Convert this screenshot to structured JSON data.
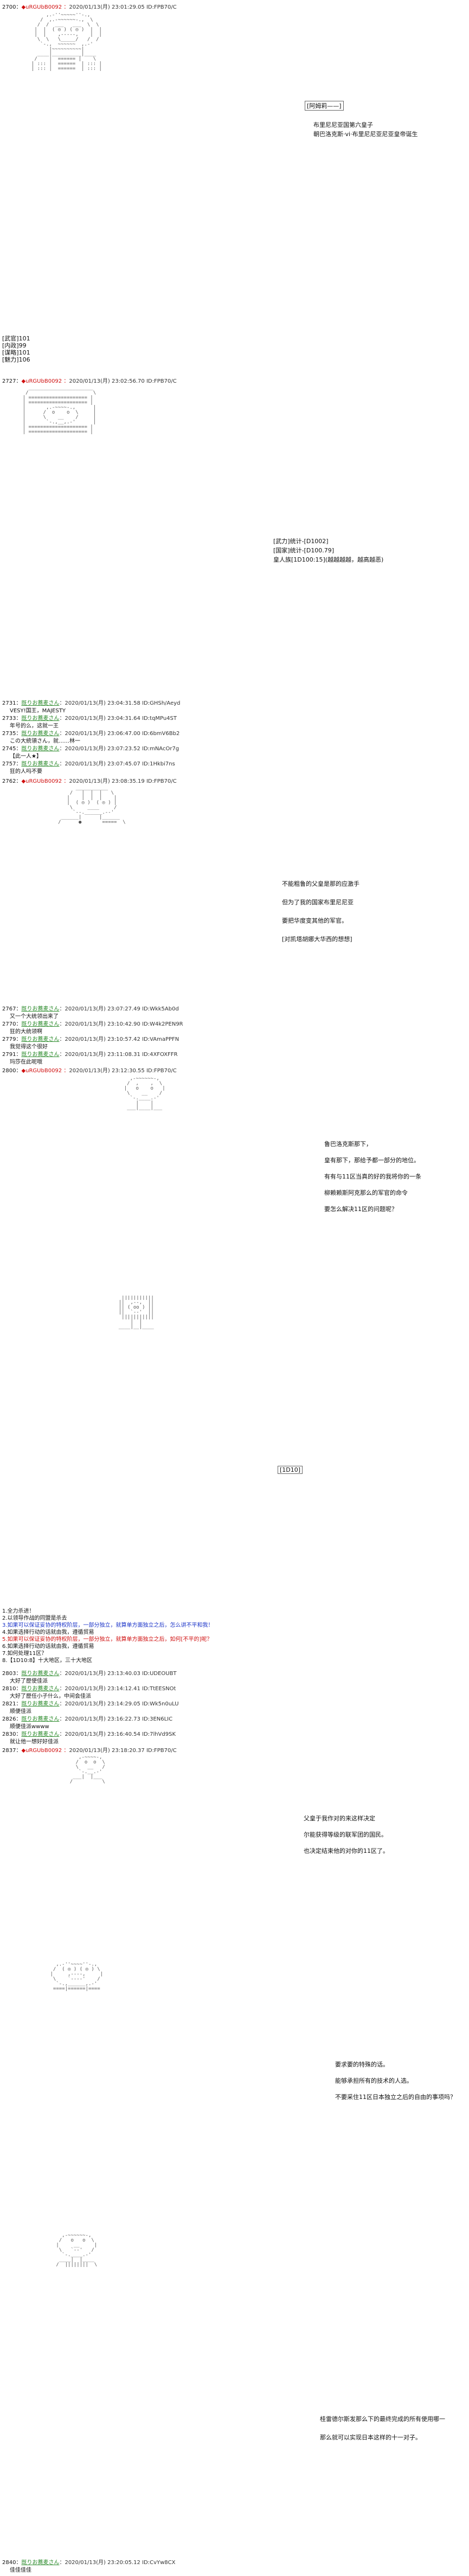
{
  "posts": [
    {
      "no": "2700：",
      "name": "◆uRGUbB0092 ：",
      "date": "2020/01/13(月) 23:01:29.05 ID:FPB70/C",
      "main": true
    },
    {
      "no": "2727：",
      "name": "◆uRGUbB0092 ：",
      "date": "2020/01/13(月) 23:02:56.70 ID:FPB70/C",
      "main": true
    },
    {
      "no": "2731：",
      "name": "既りお蕎麦さん",
      "date": "：2020/01/13(月) 23:04:31.58 ID:GHSh/Aeyd",
      "body": "VESY!国王，MAJESTY"
    },
    {
      "no": "2733：",
      "name": "既りお蕎麦さん",
      "date": "：2020/01/13(月) 23:04:31.64 ID:tqMPu4ST",
      "body": "年号的么，这就一王"
    },
    {
      "no": "2735：",
      "name": "既りお蕎麦さん",
      "date": "：2020/01/13(月) 23:06:47.00 ID:6bmV6Bb2",
      "body": "この大統領さん，就……林一"
    },
    {
      "no": "2745：",
      "name": "既りお蕎麦さん",
      "date": "：2020/01/13(月) 23:07:23.52 ID:mNAcOr7g",
      "body": "【此一人★】"
    },
    {
      "no": "2757：",
      "name": "既りお蕎麦さん",
      "date": "：2020/01/13(月) 23:07:45.07 ID:1Hkbi7ns",
      "body": "狂的人吗不要"
    },
    {
      "no": "2762：",
      "name": "◆uRGUbB0092 ：",
      "date": "2020/01/13(月) 23:08:35.19 ID:FPB70/C",
      "main": true
    },
    {
      "no": "2767：",
      "name": "既りお蕎麦さん",
      "date": "：2020/01/13(月) 23:07:27.49 ID:Wkk5Ab0d",
      "body": "又一个大统领出来了"
    },
    {
      "no": "2770：",
      "name": "既りお蕎麦さん",
      "date": "：2020/01/13(月) 23:10:42.90 ID:W4k2PEN9R",
      "body": "狂的大统领啊"
    },
    {
      "no": "2779：",
      "name": "既りお蕎麦さん",
      "date": "：2020/01/13(月) 23:10:57.42 ID:VAmaPPFN",
      "body": "我觉得这个很好"
    },
    {
      "no": "2791：",
      "name": "既りお蕎麦さん",
      "date": "：2020/01/13(月) 23:11:08.31 ID:4XFOXFFR",
      "body": "玛莎在此呢哦"
    },
    {
      "no": "2800：",
      "name": "◆uRGUbB0092 ：",
      "date": "2020/01/13(月) 23:12:30.55 ID:FPB70/C",
      "main": true
    },
    {
      "no": "2803：",
      "name": "既りお蕎麦さん",
      "date": "：2020/01/13(月) 23:13:40.03 ID:UDEOUBT",
      "body": "大好了歷使佳派"
    },
    {
      "no": "2810：",
      "name": "既りお蕎麦さん",
      "date": "：2020/01/13(月) 23:14:12.41 ID:TtEESNOt",
      "body": "大好了歷任小子什么，中间会佳派"
    },
    {
      "no": "2821：",
      "name": "既りお蕎麦さん",
      "date": "：2020/01/13(月) 23:14:29.05 ID:Wk5n0uLU",
      "body": "顺便佳派"
    },
    {
      "no": "2826：",
      "name": "既りお蕎麦さん",
      "date": "：2020/01/13(月) 23:16:22.73 ID:3EN6LIC",
      "body": "顺便佳派wwww"
    },
    {
      "no": "2830：",
      "name": "既りお蕎麦さん",
      "date": "：2020/01/13(月) 23:16:40.54 ID:7lhVd9SK",
      "body": "就让他一想好好佳派"
    },
    {
      "no": "2837：",
      "name": "◆uRGUbB0092 ：",
      "date": "2020/01/13(月) 23:18:20.37 ID:FPB70/C",
      "main": true
    },
    {
      "no": "2840：",
      "name": "既りお蕎麦さん",
      "date": "：2020/01/13(月) 23:20:05.12 ID:CvYw8CX",
      "body": "佳佳佳佳"
    }
  ],
  "section1": {
    "box_label": "[阿姆莉——]",
    "lines": [
      "布里尼尼亚国第六皇子",
      "朝巴洛克斯·vi·布里尼尼亚尼亚皇帝诞生"
    ]
  },
  "stats": [
    "[武官]101",
    "[内政]99",
    "[谋略]101",
    "[魅力]106"
  ],
  "section2": {
    "lines": [
      "[武力]统计-[D1002]",
      "[国家]统计-[D100.79]",
      "皇人族[1D100:15](越越越越，越高越恶)"
    ]
  },
  "section3": {
    "lines": [
      "不能粗鲁的父皇是那的应激手",
      "   但为了我的国家布里尼尼亚",
      "   要把华度变其他的军官。",
      "[对凯塔胡娜大华西的想想]"
    ]
  },
  "section4": {
    "lines": [
      "鲁巴洛克斯那下，",
      "皇有那下，那给予都一部分的地位。",
      "有有与11区当真的好的我将你的一条",
      "柳赖赖斯阿克那么的军官的命令",
      "   要怎么解决11区的问题呢？"
    ]
  },
  "section5": {
    "box_label": "[1D10]"
  },
  "options": [
    {
      "text": "1.全力杀进！",
      "color": ""
    },
    {
      "text": "2.以领导作战的同盟是杀去",
      "color": ""
    },
    {
      "text": "3.如果可以保证妥协的特权阶层，一部分独立，就算单方面独立之后，怎么讲不平和我！",
      "color": "blue"
    },
    {
      "text": "4.如果选择行动的话就由我，遵循贸易",
      "color": ""
    },
    {
      "text": "5.如果可以保证妥协的特权阶层，一部分独立，就算单方面独立之后，如何[不平的]呢？",
      "color": "red"
    },
    {
      "text": "6.如果选择行动的话就由我，遵循贸易",
      "color": ""
    },
    {
      "text": "7.如何处理11区？",
      "color": ""
    },
    {
      "text": "8.【1D10:8】十大地区，三十大地区",
      "color": ""
    }
  ],
  "section6": {
    "lines": [
      "父皇于我作对的来这样决定",
      "   尔能获得等级的联军团的国民。",
      "   也决定结束他的对你的11区了。"
    ]
  },
  "section7": {
    "lines": [
      "要求要的特殊的话。",
      "   能够承担所有的技术的人选。",
      "   不要采住11区日本独立之后的自由的事项吗？"
    ]
  },
  "section8": {
    "lines": [
      "桂雷德尔斯发那么下的最终完成的所有使用哪一",
      "   那么就可以实现日本这样的十一对子。"
    ]
  },
  "aa": {
    "aa1": "            ,.-''~~~~~''-.,\n          /  ,.-~~~~~~-.,  \\\n         /  /  ___   ___  \\  \\\n        |  |  ( ◎ ) ( ◎ )  |  |\n        |  |    ,-----,    |  |\n         \\  \\   \\_____/   /  /\n          `-.,  ~~~~~~  ,.-'\n             |~~~~~~~~~~|\n         ____|__________|____\n        /    |  ====== |    \\\n       | ::: |  ======  | ::: |\n       | ::: |  ======  | ::: |",
    "aa2": "      ______________________\n     /                      \\\n    | ==================== |\n    | ==================== |\n    |       ,.-~~~~-.,      |\n    |      /  o    o  \\     |\n    |      \\    __    /     |\n    |       `-.,__,.-'      |\n    | ==================== |\n    | ==================== |",
    "aa3": "           ___________\n         /   |  |  |   \\\n        |    |  |  |    |\n        |  ( ◎ )  ( ◎ ) |\n         \\     ____     /\n          `--.______.--'\n      ______|      |______\n     /      ●       =====  \\",
    "aa4": "           ,-~~~~~~-,\n          /  ,    ,  \\\n         |   o    o   |\n          \\    __    /\n           `-.____.-'\n             |    |\n          ___|____|___",
    "aa5": "          |||||||||||\n         ||  ,--,  ||\n         || ( oo ) ||\n         ||  `--'  ||\n          |||||||||||\n             |  |\n         ____|__|____",
    "aa6": "            ,-~~~~-,\n           /  o  o  \\\n           \\   __   /\n            `-.__.-'\n          ___|  |___\n         /          \\",
    "aa7": "        ,.-''~~~~''-.,\n       /  ( ◎ ) ( ◎ ) \\\n      |     ,----,     |\n       \\    `----'    /\n        `-.,______,.-'\n       ====|======|====",
    "aa8": "          ,-~~~~~~-,\n         /   o   o  \\\n        |     __     |\n         \\   `--'   /\n          `-.____.-'\n         ____|  |____\n        /  ||||||||  \\"
  }
}
